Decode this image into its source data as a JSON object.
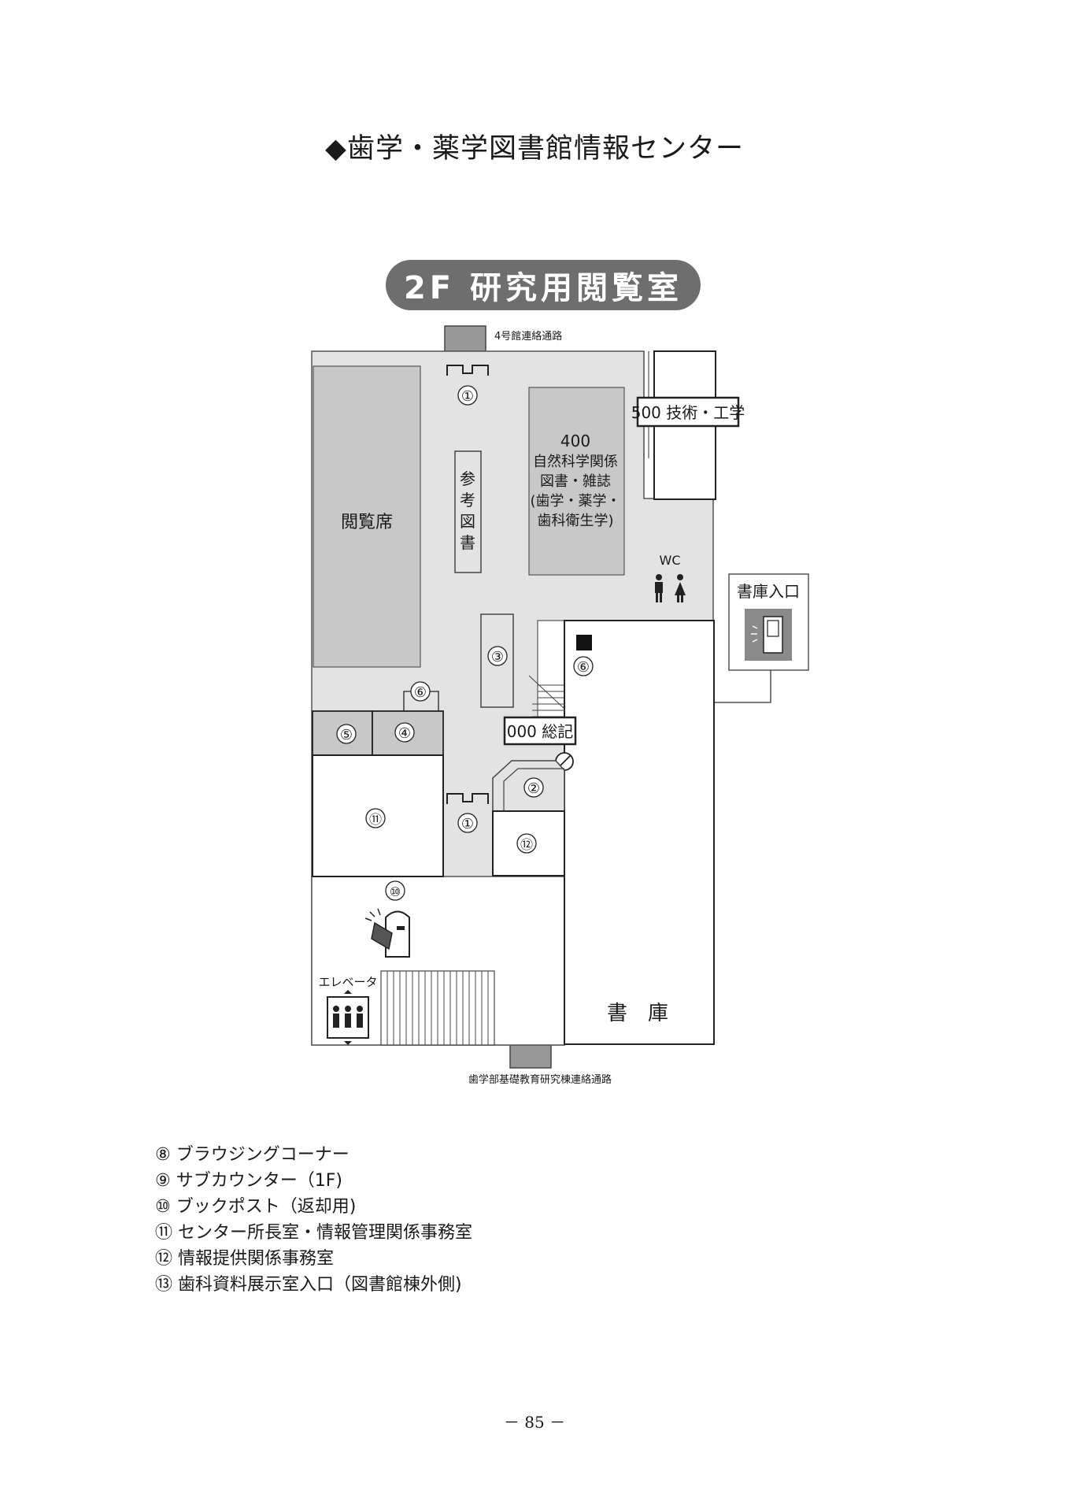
{
  "title": "◆歯学・薬学図書館情報センター",
  "floor_badge": "2F 研究用閲覧室",
  "passages": {
    "top": "4号館連絡通路",
    "bottom": "歯学部基礎教育研究棟連絡通路"
  },
  "areas": {
    "reading_seats": "閲覧席",
    "reference_col1": "参考",
    "reference_col2": "図書",
    "natural_science": [
      "400",
      "自然科学関係",
      "図書・雑誌",
      "(歯学・薬学・",
      "歯科衛生学)"
    ],
    "tech_engineering": "500 技術・工学",
    "general_works": "000 総記",
    "stacks": "書　庫",
    "wc": "WC",
    "stacks_entrance": "書庫入口",
    "elevator": "エレベータ"
  },
  "markers": [
    "①",
    "②",
    "③",
    "④",
    "⑤",
    "⑥",
    "⑩",
    "⑪",
    "⑫"
  ],
  "legend": [
    "⑧ ブラウジングコーナー",
    "⑨ サブカウンター（1F)",
    "⑩ ブックポスト（返却用)",
    "⑪ センター所長室・情報管理関係事務室",
    "⑫ 情報提供関係事務室",
    "⑬ 歯科資料展示室入口（図書館棟外側)"
  ],
  "page_number": "－ 85 －",
  "colors": {
    "floor": "#e3e3e3",
    "shelf": "#c8c8c8",
    "badge": "#6e6e6e"
  }
}
